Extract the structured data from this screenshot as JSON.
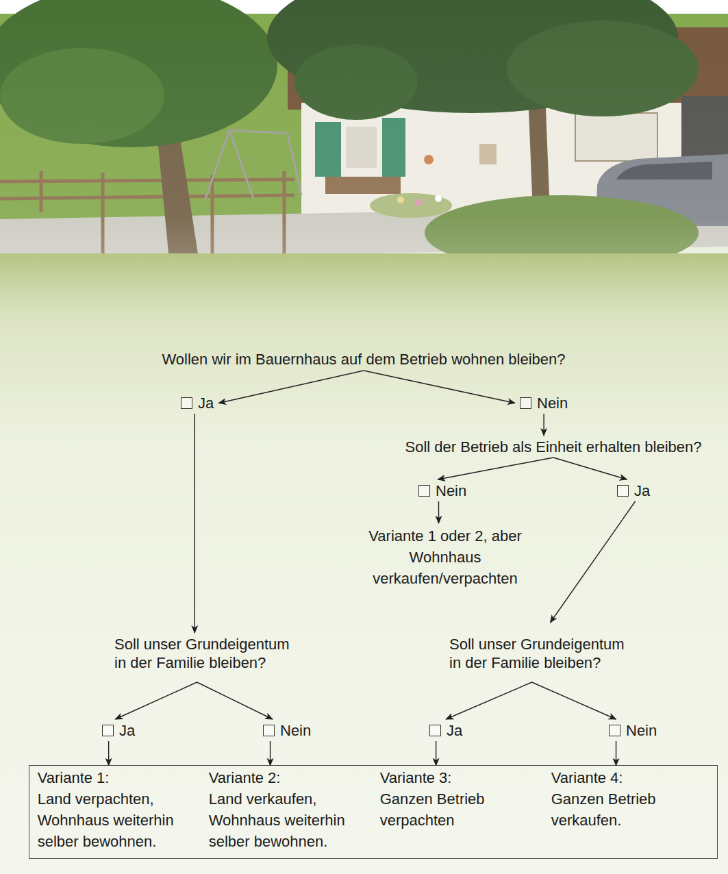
{
  "diagram": {
    "nodes": [
      {
        "text": [
          "Wollen wir im Bauernhaus auf dem Betrieb wohnen bleiben?"
        ]
      },
      {
        "text": [
          "Ja"
        ]
      },
      {
        "text": [
          "Nein"
        ]
      },
      {
        "text": [
          "Soll der Betrieb als Einheit erhalten bleiben?"
        ]
      },
      {
        "text": [
          "Nein"
        ]
      },
      {
        "text": [
          "Ja"
        ]
      },
      {
        "text": [
          "Variante 1 oder 2, aber Wohnhaus verkaufen/verpachten"
        ]
      },
      {
        "text": [
          "Soll unser Grundeigentum in der Familie bleiben?"
        ]
      },
      {
        "text": [
          "Soll unser Grundeigentum in der Familie bleiben?"
        ]
      },
      {
        "text": [
          "Ja"
        ]
      },
      {
        "text": [
          "Nein"
        ]
      },
      {
        "text": [
          "Ja"
        ]
      },
      {
        "text": [
          "Nein"
        ]
      },
      {
        "text": []
      },
      {
        "text": [
          "Variante 1:",
          "Land verpachten, Wohnhaus weiterhin selber bewohnen."
        ],
        "in": 13
      },
      {
        "text": [
          "Variante 2:",
          "Land verkaufen, Wohnhaus weiterhin selber bewohnen."
        ],
        "in": 13
      },
      {
        "text": [
          "Variante 3:",
          "Ganzen Betrieb verpachten"
        ],
        "in": 13
      },
      {
        "text": [
          "Variante 4:",
          "Ganzen Betrieb verkaufen."
        ],
        "in": 13
      }
    ],
    "edges": [
      {
        "from": 0,
        "to": 1,
        "arrow": "to"
      },
      {
        "from": 0,
        "to": 2,
        "arrow": "to"
      },
      {
        "from": 2,
        "to": 3,
        "arrow": "to"
      },
      {
        "from": 3,
        "to": 4,
        "arrow": "to"
      },
      {
        "from": 3,
        "to": 5,
        "arrow": "to"
      },
      {
        "from": 4,
        "to": 6,
        "arrow": "to"
      },
      {
        "from": 1,
        "to": 7,
        "arrow": "to"
      },
      {
        "from": 5,
        "to": 8,
        "arrow": "to"
      },
      {
        "from": 7,
        "to": 9,
        "arrow": "to"
      },
      {
        "from": 7,
        "to": 10,
        "arrow": "to"
      },
      {
        "from": 8,
        "to": 11,
        "arrow": "to"
      },
      {
        "from": 8,
        "to": 12,
        "arrow": "to"
      },
      {
        "from": 9,
        "to": 14,
        "arrow": "to"
      },
      {
        "from": 10,
        "to": 15,
        "arrow": "to"
      },
      {
        "from": 11,
        "to": 16,
        "arrow": "to"
      },
      {
        "from": 12,
        "to": 17,
        "arrow": "to"
      }
    ]
  }
}
